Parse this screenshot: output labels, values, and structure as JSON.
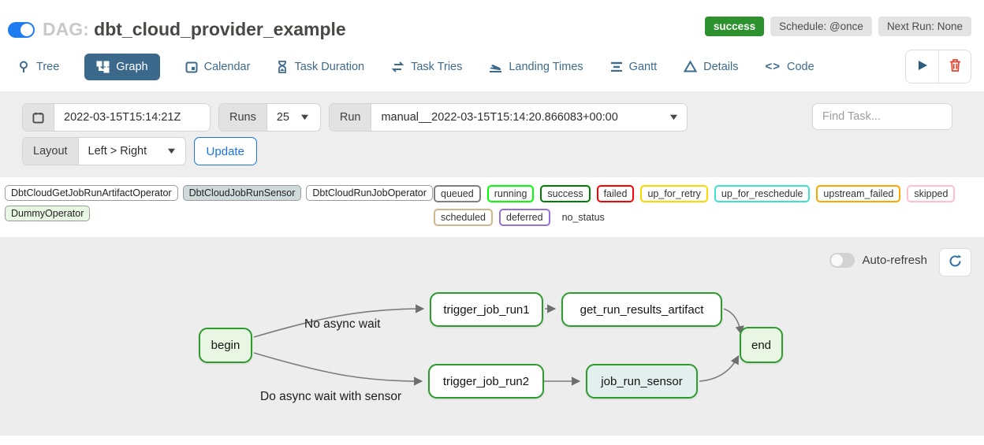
{
  "header": {
    "dag_prefix": "DAG:",
    "dag_name": "dbt_cloud_provider_example",
    "status_badge": "success",
    "schedule_badge": "Schedule: @once",
    "next_run_badge": "Next Run: None"
  },
  "tabs": [
    {
      "label": "Tree",
      "icon": "tree-icon",
      "active": false
    },
    {
      "label": "Graph",
      "icon": "graph-icon",
      "active": true
    },
    {
      "label": "Calendar",
      "icon": "calendar-icon",
      "active": false
    },
    {
      "label": "Task Duration",
      "icon": "hourglass-icon",
      "active": false
    },
    {
      "label": "Task Tries",
      "icon": "retry-arrows-icon",
      "active": false
    },
    {
      "label": "Landing Times",
      "icon": "plane-landing-icon",
      "active": false
    },
    {
      "label": "Gantt",
      "icon": "gantt-bars-icon",
      "active": false
    },
    {
      "label": "Details",
      "icon": "triangle-icon",
      "active": false
    },
    {
      "label": "Code",
      "icon": "code-icon",
      "active": false
    }
  ],
  "actions": {
    "play_icon": "play-icon",
    "delete_icon": "trash-icon"
  },
  "filters": {
    "date_value": "2022-03-15T15:14:21Z",
    "runs_label": "Runs",
    "runs_value": "25",
    "run_label": "Run",
    "run_value": "manual__2022-03-15T15:14:20.866083+00:00",
    "find_task_placeholder": "Find Task...",
    "layout_label": "Layout",
    "layout_value": "Left > Right",
    "update_label": "Update"
  },
  "legend": {
    "operators": [
      {
        "label": "DbtCloudGetJobRunArtifactOperator",
        "fill": "#ffffff"
      },
      {
        "label": "DbtCloudJobRunSensor",
        "fill": "#cfdbdb"
      },
      {
        "label": "DbtCloudRunJobOperator",
        "fill": "#ffffff"
      },
      {
        "label": "DummyOperator",
        "fill": "#e8f7e4"
      }
    ],
    "statuses": [
      {
        "label": "queued",
        "color": "#808080"
      },
      {
        "label": "running",
        "color": "#00ff00"
      },
      {
        "label": "success",
        "color": "#008000"
      },
      {
        "label": "failed",
        "color": "#ff0000"
      },
      {
        "label": "up_for_retry",
        "color": "#ffd700"
      },
      {
        "label": "up_for_reschedule",
        "color": "#40e0d0"
      },
      {
        "label": "upstream_failed",
        "color": "#ffa500"
      },
      {
        "label": "skipped",
        "color": "#ffc0cb"
      },
      {
        "label": "scheduled",
        "color": "#d2b48c"
      },
      {
        "label": "deferred",
        "color": "#9370db"
      }
    ],
    "no_status_label": "no_status"
  },
  "graph": {
    "auto_refresh_label": "Auto-refresh",
    "refresh_icon": "refresh-icon",
    "nodes": [
      {
        "label": "begin",
        "fill": "#e9f6e3",
        "border": "#2e9b2e"
      },
      {
        "label": "trigger_job_run1",
        "fill": "#ffffff",
        "border": "#2e9b2e"
      },
      {
        "label": "get_run_results_artifact",
        "fill": "#ffffff",
        "border": "#2e9b2e"
      },
      {
        "label": "trigger_job_run2",
        "fill": "#ffffff",
        "border": "#2e9b2e"
      },
      {
        "label": "job_run_sensor",
        "fill": "#e3efec",
        "border": "#2e9b2e"
      },
      {
        "label": "end",
        "fill": "#e9f6e3",
        "border": "#2e9b2e"
      }
    ],
    "edge_labels": [
      "No async wait",
      "Do async wait with sensor"
    ]
  }
}
